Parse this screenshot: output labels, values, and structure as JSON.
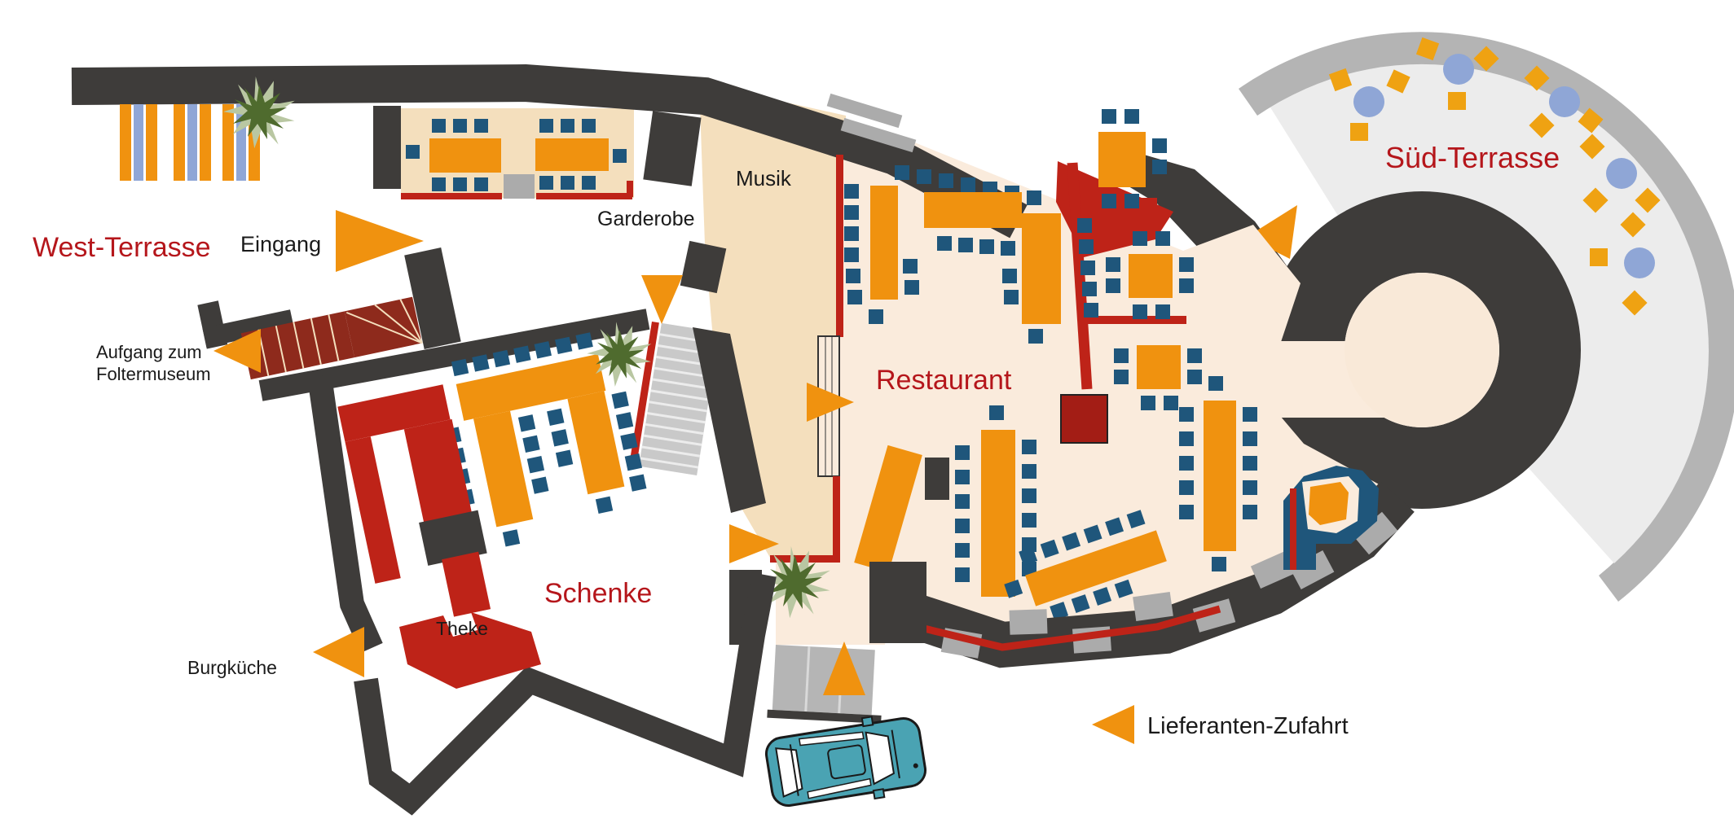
{
  "labels": {
    "west_terrasse": "West-Terrasse",
    "sued_terrasse": "Süd-Terrasse",
    "restaurant": "Restaurant",
    "schenke": "Schenke",
    "musik": "Musik",
    "garderobe": "Garderobe",
    "eingang": "Eingang",
    "theke": "Theke",
    "burgkueche": "Burgküche",
    "aufgang_line1": "Aufgang zum",
    "aufgang_line2": "Foltermuseum",
    "lieferanten_zufahrt": "Lieferanten-Zufahrt"
  },
  "markers": [
    {
      "name": "eingang-arrow",
      "meaning": "Eingang"
    },
    {
      "name": "aufgang-foltermuseum-arrow",
      "meaning": "Aufgang zum Foltermuseum"
    },
    {
      "name": "burgkueche-arrow",
      "meaning": "Burgküche"
    },
    {
      "name": "stairs-down-arrow",
      "meaning": "Abgang Schenke"
    },
    {
      "name": "restaurant-entry-arrow",
      "meaning": "Zugang Restaurant"
    },
    {
      "name": "schenke-entry-arrow",
      "meaning": "Zugang Schenke"
    },
    {
      "name": "sued-terrasse-arrow",
      "meaning": "Zugang Süd-Terrasse"
    },
    {
      "name": "parking-entry-arrow",
      "meaning": "Eingang Parkplatz"
    },
    {
      "name": "lieferanten-arrow",
      "meaning": "Lieferanten-Zufahrt"
    }
  ],
  "colors": {
    "wall": "#3E3C3A",
    "accent_orange": "#F0920F",
    "chair_navy": "#1F567B",
    "wall_red": "#BE2318",
    "stair_dark_red": "#8E2A1C",
    "label_red": "#B5161B",
    "floor_beige": "#F4DFBD",
    "floor_light": "#FAEBDC",
    "terrace_floor": "#ECECEC",
    "terrace_wall": "#B4B4B4",
    "terrace_table_blue": "#8FA6D6",
    "car_teal": "#4AA3B3"
  }
}
